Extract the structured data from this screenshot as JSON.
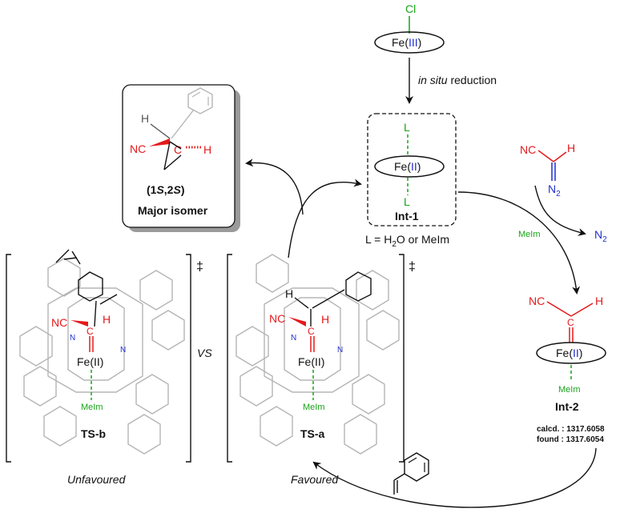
{
  "fecl": {
    "cl": "Cl",
    "fe": "Fe(",
    "ox": "III",
    "close": ")"
  },
  "step1": {
    "prefix": "in situ",
    "suffix": " reduction"
  },
  "int1": {
    "l_top": "L",
    "l_bot": "L",
    "fe": "Fe(",
    "ox": "II",
    "close": ")",
    "name": "Int-1",
    "ligand_note_a": "L = H",
    "ligand_note_sub": "2",
    "ligand_note_b": "O or MeIm"
  },
  "diazo": {
    "nc": "NC",
    "h": "H",
    "n2": "N",
    "n2_sub": "2"
  },
  "release": {
    "meim": "MeIm",
    "n2": "N",
    "n2_sub": "2"
  },
  "int2": {
    "nc": "NC",
    "h": "H",
    "c": "C",
    "fe": "Fe(",
    "ox": "II",
    "close": ")",
    "meim": "MeIm",
    "name": "Int-2",
    "calcd": "calcd. : 1317.6058",
    "found": "found : 1317.6054"
  },
  "product": {
    "h": "H",
    "nc": "NC",
    "c": "C",
    "h2": "H",
    "stereo_open": "(1",
    "s1": "S",
    "comma": ",2",
    "s2": "S",
    "stereo_close": ")",
    "caption": "Major isomer"
  },
  "tsb": {
    "nc": "NC",
    "c": "C",
    "h": "H",
    "fe": "Fe(II)",
    "n1": "N",
    "n2": "N",
    "meim": "MeIm",
    "name": "TS-b",
    "note": "Unfavoured",
    "dagger": "‡"
  },
  "vs": "VS",
  "tsa": {
    "h_top": "H",
    "nc": "NC",
    "c": "C",
    "h": "H",
    "fe": "Fe(II)",
    "n1": "N",
    "n2": "N",
    "meim": "MeIm",
    "name": "TS-a",
    "note": "Favoured",
    "dagger": "‡"
  },
  "colors": {
    "red": "#e41a1c",
    "blue": "#1f2fd0",
    "green": "#17a317",
    "gray": "#b5b5b5"
  }
}
